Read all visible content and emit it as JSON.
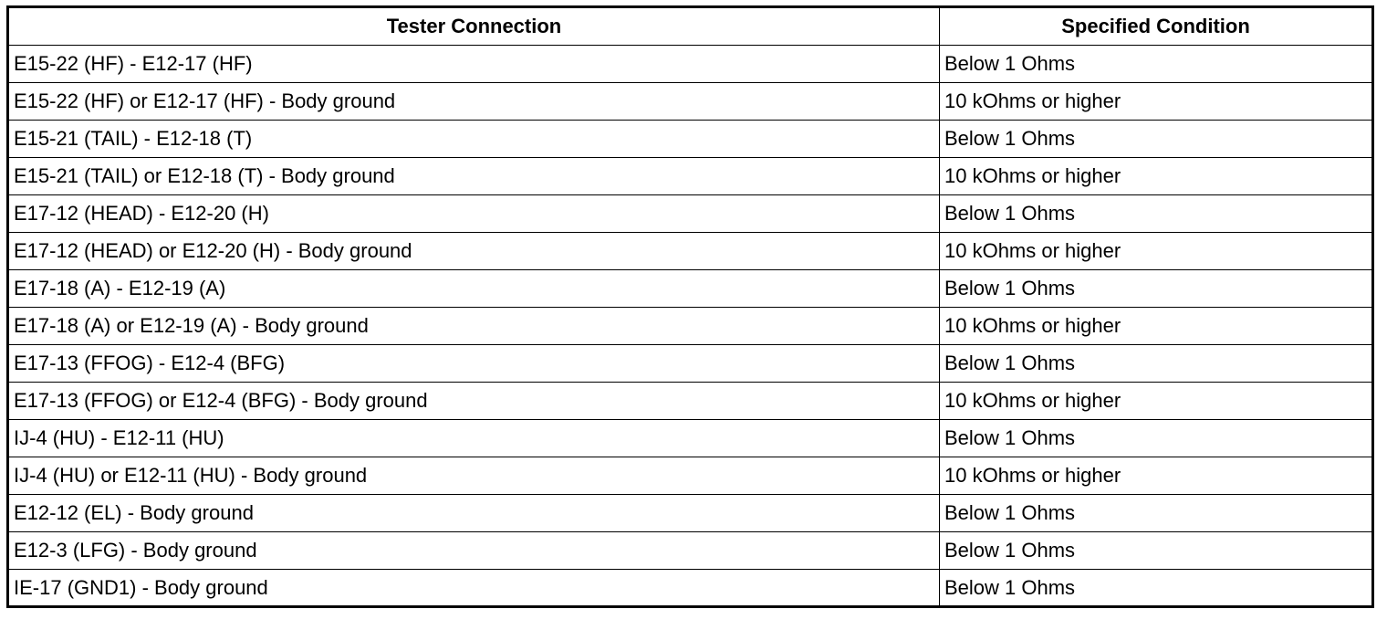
{
  "table": {
    "headers": [
      "Tester Connection",
      "Specified Condition"
    ],
    "rows": [
      [
        "E15-22 (HF) - E12-17 (HF)",
        "Below 1 Ohms"
      ],
      [
        "E15-22 (HF) or E12-17 (HF) - Body ground",
        "10 kOhms or higher"
      ],
      [
        "E15-21 (TAIL) - E12-18 (T)",
        "Below 1 Ohms"
      ],
      [
        "E15-21 (TAIL) or E12-18 (T) - Body ground",
        "10 kOhms or higher"
      ],
      [
        "E17-12 (HEAD) - E12-20 (H)",
        "Below 1 Ohms"
      ],
      [
        "E17-12 (HEAD) or E12-20 (H) - Body ground",
        "10 kOhms or higher"
      ],
      [
        "E17-18 (A) - E12-19 (A)",
        "Below 1 Ohms"
      ],
      [
        "E17-18 (A) or E12-19 (A) - Body ground",
        "10 kOhms or higher"
      ],
      [
        "E17-13 (FFOG) - E12-4 (BFG)",
        "Below 1 Ohms"
      ],
      [
        "E17-13 (FFOG) or E12-4 (BFG) - Body ground",
        "10 kOhms or higher"
      ],
      [
        "IJ-4 (HU) - E12-11 (HU)",
        "Below 1 Ohms"
      ],
      [
        "IJ-4 (HU) or E12-11 (HU) - Body ground",
        "10 kOhms or higher"
      ],
      [
        "E12-12 (EL) - Body ground",
        "Below 1 Ohms"
      ],
      [
        "E12-3 (LFG) - Body ground",
        "Below 1 Ohms"
      ],
      [
        "IE-17 (GND1) - Body ground",
        "Below 1 Ohms"
      ]
    ]
  }
}
